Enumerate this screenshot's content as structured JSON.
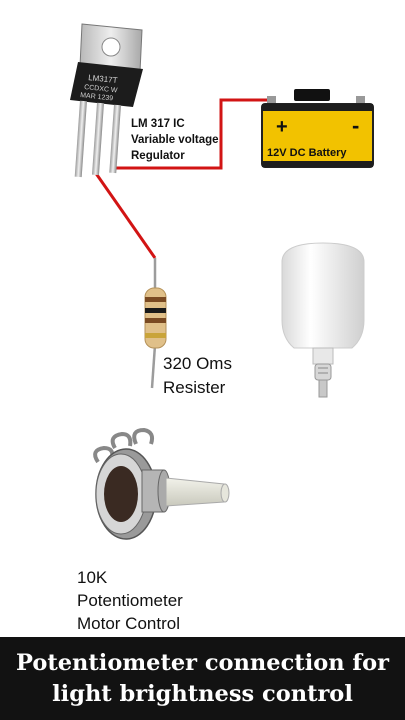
{
  "regulator": {
    "chip_marking": [
      "LM317T",
      "CCDXC W",
      "MAR 1239"
    ],
    "label_lines": [
      "LM 317 IC",
      "Variable voltage",
      "Regulator"
    ]
  },
  "battery": {
    "plus": "+",
    "minus": "-",
    "label": "12V DC Battery",
    "body_color": "#f2c200"
  },
  "resistor": {
    "label_lines": [
      "320 Oms",
      "Resister"
    ]
  },
  "potentiometer": {
    "label_lines": [
      "10K",
      "Potentiometer",
      "Motor Control"
    ]
  },
  "caption": {
    "lines": [
      "Potentiometer connection for",
      "light brightness control"
    ]
  },
  "colors": {
    "wire": "#d21414",
    "caption_bg": "#121212"
  }
}
